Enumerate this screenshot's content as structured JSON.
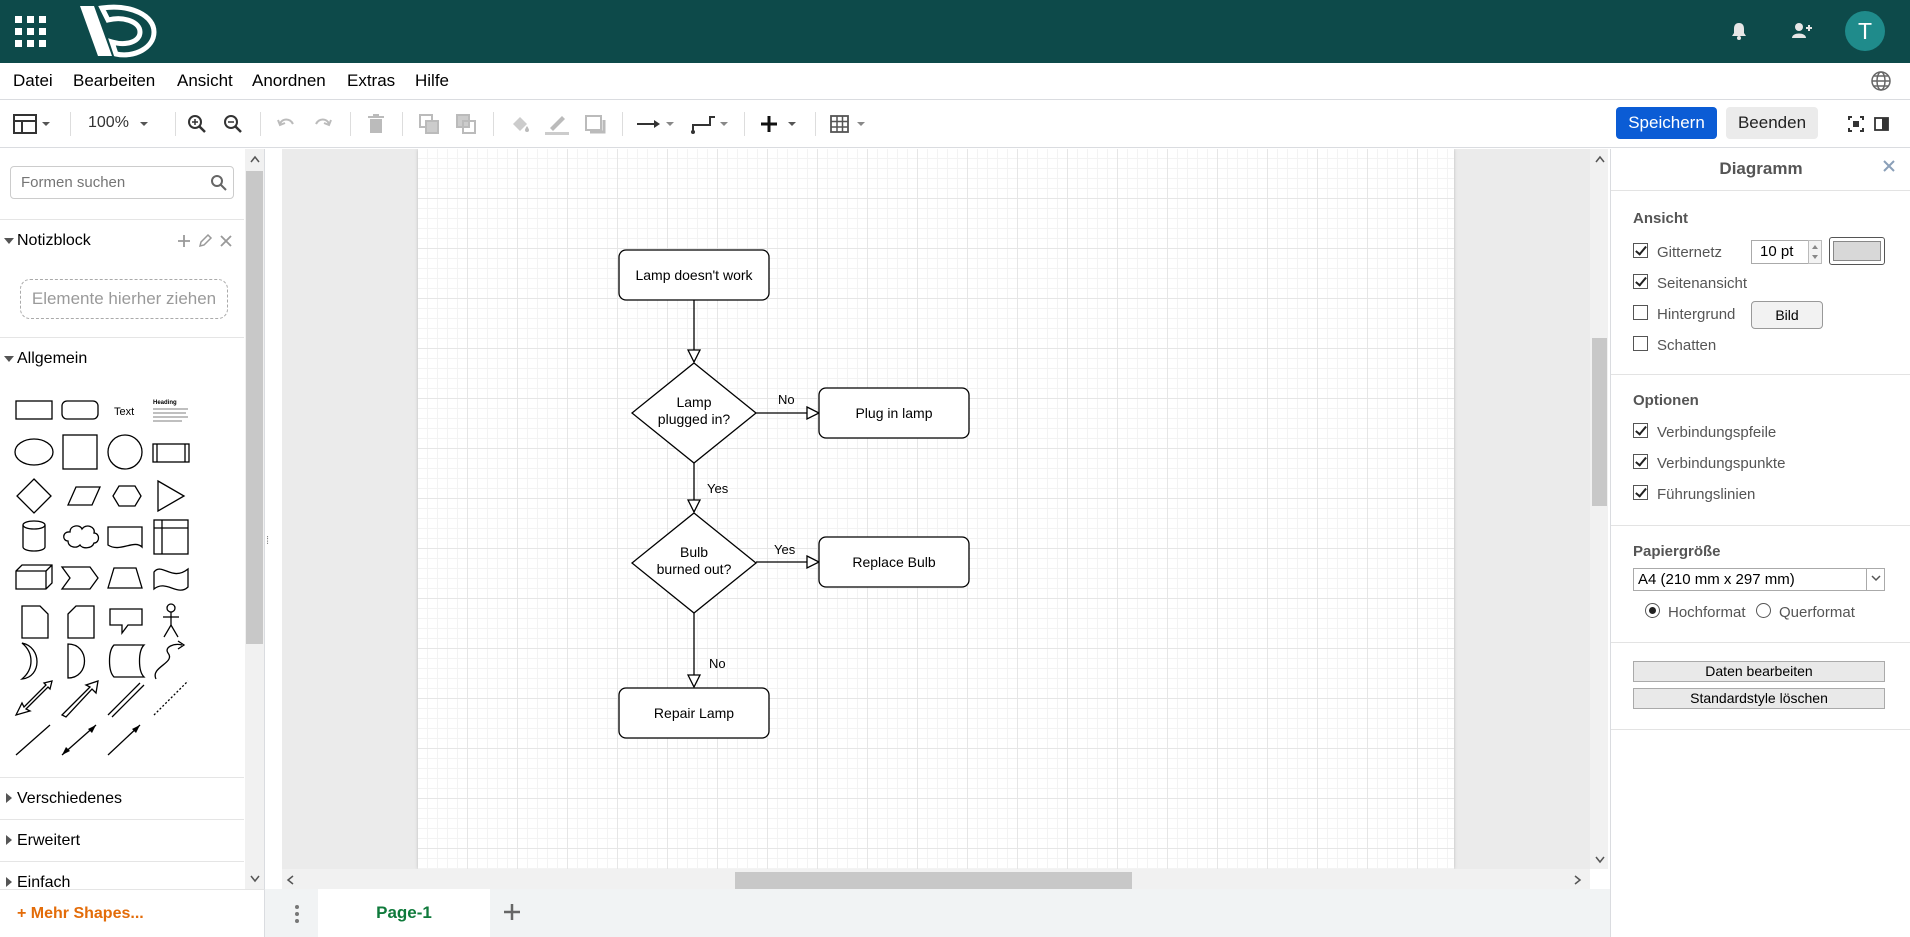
{
  "header": {
    "avatar_initial": "T",
    "icons": [
      "apps-grid-icon",
      "logo-icon",
      "bell-icon",
      "contacts-icon"
    ]
  },
  "menu": {
    "items": [
      "Datei",
      "Bearbeiten",
      "Ansicht",
      "Anordnen",
      "Extras",
      "Hilfe"
    ]
  },
  "toolbar": {
    "zoom": "100%",
    "save_label": "Speichern",
    "exit_label": "Beenden",
    "accent_color": "#0b5cd5"
  },
  "sidebar": {
    "search_placeholder": "Formen suchen",
    "scratchpad_title": "Notizblock",
    "dropzone_text": "Elemente hierher ziehen",
    "general_title": "Allgemein",
    "text_shape_label": "Text",
    "heading_shape_label": "Heading",
    "sections": [
      "Verschiedenes",
      "Erweitert",
      "Einfach"
    ],
    "more_shapes": "+ Mehr Shapes..."
  },
  "diagram": {
    "nodes": {
      "start": "Lamp doesn't work",
      "q1_line1": "Lamp",
      "q1_line2": "plugged in?",
      "plug": "Plug in lamp",
      "q2_line1": "Bulb",
      "q2_line2": "burned out?",
      "replace": "Replace Bulb",
      "repair": "Repair Lamp"
    },
    "edges": {
      "q1_no": "No",
      "q1_yes": "Yes",
      "q2_yes": "Yes",
      "q2_no": "No"
    }
  },
  "pages": {
    "tabs": [
      "Page-1"
    ],
    "active_color": "#0f7a3b"
  },
  "panel": {
    "title": "Diagramm",
    "view_heading": "Ansicht",
    "grid_label": "Gitternetz",
    "grid_checked": true,
    "grid_size": "10 pt",
    "page_view_label": "Seitenansicht",
    "page_view_checked": true,
    "background_label": "Hintergrund",
    "background_checked": false,
    "image_button": "Bild",
    "shadow_label": "Schatten",
    "shadow_checked": false,
    "options_heading": "Optionen",
    "connection_arrows_label": "Verbindungspfeile",
    "connection_points_label": "Verbindungspunkte",
    "guides_label": "Führungslinien",
    "paper_heading": "Papiergröße",
    "paper_size": "A4 (210 mm x 297 mm)",
    "portrait_label": "Hochformat",
    "landscape_label": "Querformat",
    "orientation": "Hochformat",
    "edit_data_button": "Daten bearbeiten",
    "clear_style_button": "Standardstyle löschen"
  }
}
